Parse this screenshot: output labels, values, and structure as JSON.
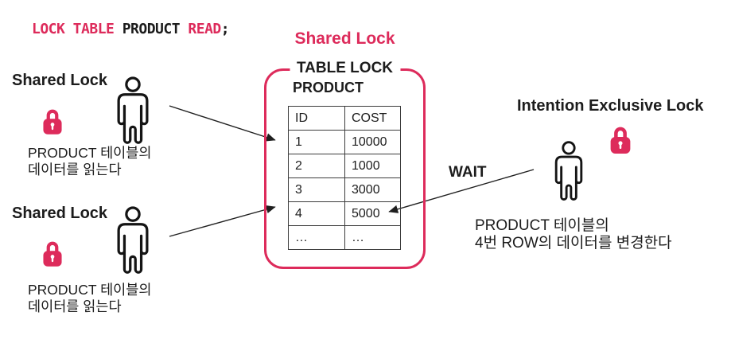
{
  "colors": {
    "accent": "#DD2B5B",
    "ink": "#1c1c1c",
    "tableBorder": "#3c3c3c"
  },
  "sql": {
    "keyword_lock_table": "LOCK TABLE",
    "object_name": " PRODUCT ",
    "keyword_read": "READ",
    "punctuation": ";"
  },
  "center": {
    "title": "Shared Lock",
    "box_label": "TABLE LOCK",
    "table_name": "PRODUCT",
    "columns": [
      "ID",
      "COST"
    ],
    "rows": [
      [
        "1",
        "10000"
      ],
      [
        "2",
        "1000"
      ],
      [
        "3",
        "3000"
      ],
      [
        "4",
        "5000"
      ],
      [
        "…",
        "…"
      ]
    ]
  },
  "left_actors": [
    {
      "label": "Shared Lock",
      "desc_line1": "PRODUCT 테이블의",
      "desc_line2": "데이터를 읽는다"
    },
    {
      "label": "Shared Lock",
      "desc_line1": "PRODUCT 테이블의",
      "desc_line2": "데이터를 읽는다"
    }
  ],
  "right_actor": {
    "label": "Intention Exclusive Lock",
    "wait_label": "WAIT",
    "desc_line1": "PRODUCT 테이블의",
    "desc_line2": "4번 ROW의 데이터를 변경한다"
  },
  "icons": {
    "lock": "lock-icon",
    "person": "person-icon",
    "arrow": "arrow-line"
  }
}
